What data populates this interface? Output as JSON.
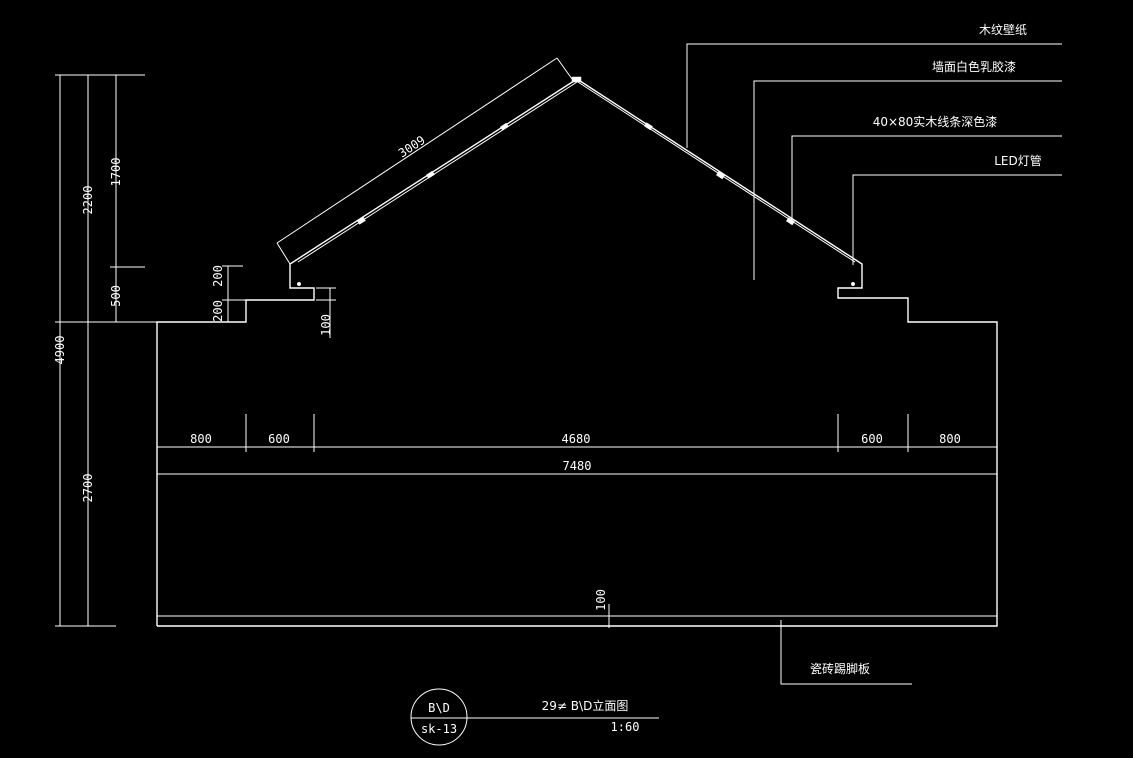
{
  "dimensions": {
    "total_height": "4900",
    "upper_height": "2200",
    "roof_height": "1700",
    "eave_height": "500",
    "wall_height": "2700",
    "step_upper": "200",
    "step_lower": "200",
    "ledge": "100",
    "slope_length": "3009",
    "widths": [
      "800",
      "600",
      "4680",
      "600",
      "800"
    ],
    "total_width": "7480",
    "skirting_height": "100"
  },
  "labels": {
    "wood_wallpaper": "木纹壁纸",
    "wall_latex_paint": "墙面白色乳胶漆",
    "wood_strip": "40×80实木线条深色漆",
    "led_tube": "LED灯管",
    "tile_skirting": "瓷砖踢脚板"
  },
  "title_block": {
    "ref_top": "B\\D",
    "ref_bottom": "sk-13",
    "title": "29≠ B\\D立面图",
    "scale": "1:60"
  }
}
